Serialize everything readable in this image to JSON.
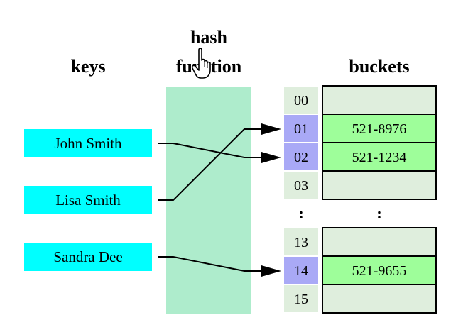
{
  "headings": {
    "keys": "keys",
    "hash_line1": "hash",
    "hash_line2": "function",
    "buckets": "buckets"
  },
  "keys": [
    {
      "name": "John Smith",
      "bucket": "02"
    },
    {
      "name": "Lisa Smith",
      "bucket": "01"
    },
    {
      "name": "Sandra Dee",
      "bucket": "14"
    }
  ],
  "buckets": [
    {
      "index": "00",
      "value": "",
      "highlighted": false
    },
    {
      "index": "01",
      "value": "521-8976",
      "highlighted": true
    },
    {
      "index": "02",
      "value": "521-1234",
      "highlighted": true
    },
    {
      "index": "03",
      "value": "",
      "highlighted": false
    },
    {
      "index": "13",
      "value": "",
      "highlighted": false
    },
    {
      "index": "14",
      "value": "521-9655",
      "highlighted": true
    },
    {
      "index": "15",
      "value": "",
      "highlighted": false
    }
  ],
  "ellipsis": {
    "index": ":",
    "value": ":"
  },
  "cursor_icon": "hand-pointer-icon",
  "colors": {
    "key_box": "#00ffff",
    "hash_band": "#aeeccc",
    "index_cell": "#dfeedd",
    "index_cell_highlight": "#a9a9f6",
    "bucket_empty": "#dfeedd",
    "bucket_filled": "#9efe9a"
  }
}
